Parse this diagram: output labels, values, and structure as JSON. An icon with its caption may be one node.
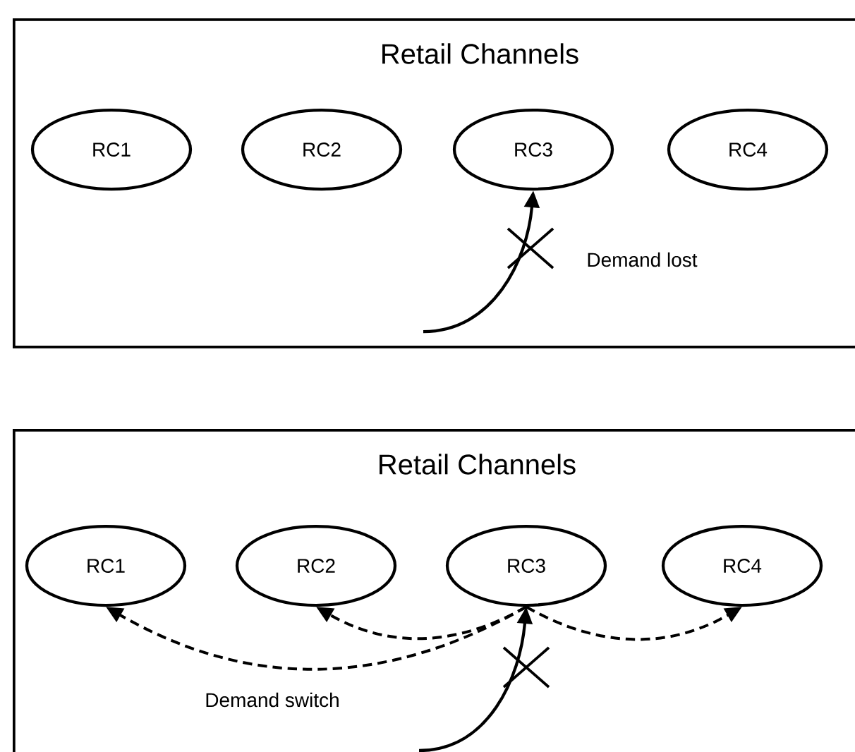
{
  "diagram": {
    "nodes": [
      {
        "text": [
          "Retail Channels"
        ]
      },
      {
        "text": [
          "RC1"
        ],
        "in": 0
      },
      {
        "text": [
          "RC2"
        ],
        "in": 0
      },
      {
        "text": [
          "RC3"
        ],
        "in": 0
      },
      {
        "text": [
          "RC4"
        ],
        "in": 0
      },
      {
        "text": [
          "Retail Channels"
        ]
      },
      {
        "text": [
          "RC1"
        ],
        "in": 5
      },
      {
        "text": [
          "RC2"
        ],
        "in": 5
      },
      {
        "text": [
          "RC3"
        ],
        "in": 5
      },
      {
        "text": [
          "RC4"
        ],
        "in": 5
      }
    ],
    "edges": [
      {
        "from": null,
        "to": 3,
        "arrow": "to",
        "label": "Demand lost"
      },
      {
        "from": null,
        "to": 8,
        "arrow": "to"
      },
      {
        "from": 8,
        "to": 6,
        "arrow": "to",
        "style": "dashed",
        "label": "Demand switch"
      },
      {
        "from": 8,
        "to": 7,
        "arrow": "to",
        "style": "dashed"
      },
      {
        "from": 8,
        "to": 9,
        "arrow": "to",
        "style": "dashed"
      }
    ]
  }
}
